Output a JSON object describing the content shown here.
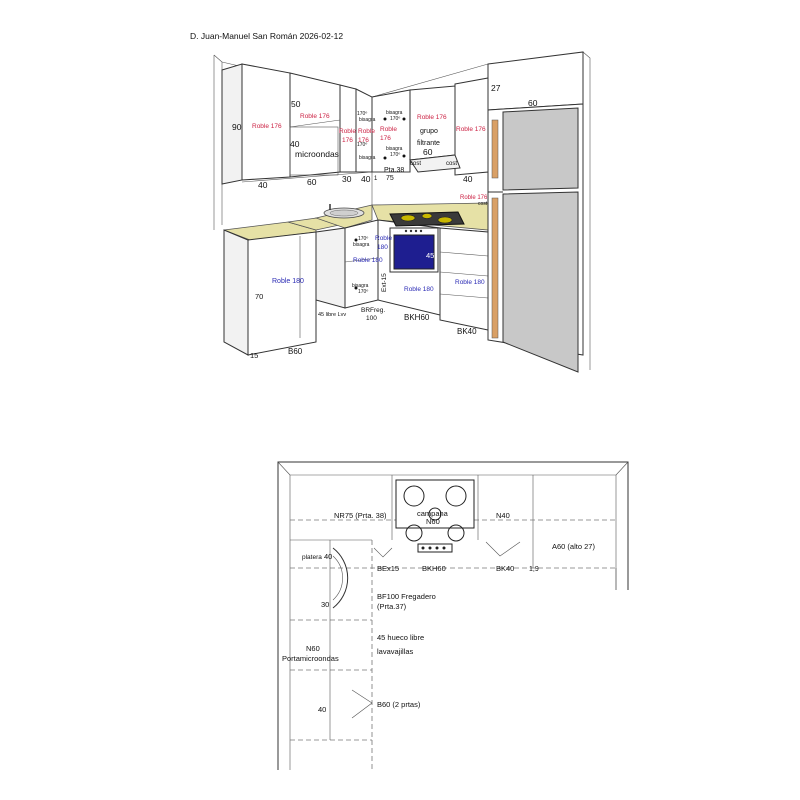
{
  "header": {
    "author_date": "D. Juan-Manuel San Román  2026-02-12"
  },
  "elevation": {
    "dim_90": "90",
    "dim_40_left": "40",
    "dim_60_micro": "60",
    "dim_30": "30",
    "dim_40_mid": "40",
    "dim_1": "1",
    "dim_75": "75",
    "dim_40_right": "40",
    "dim_50": "50",
    "dim_40_micro": "40",
    "dim_60_hood": "60",
    "dim_27": "27",
    "dim_60_fridge": "60",
    "dim_70": "70",
    "dim_15": "15",
    "dim_45_oven": "45",
    "roble176_a": "Roble 176",
    "roble176_b": "Roble 176",
    "roble176_c1": "Roble",
    "roble176_c2": "176",
    "roble176_d1": "Roble",
    "roble176_d2": "176",
    "roble176_e1": "Roble",
    "roble176_e2": "176",
    "roble176_f": "Roble 176",
    "roble176_g": "Roble 176",
    "roble176_h": "Roble 176",
    "microondas": "microondas",
    "hinge_170_a": "170º",
    "bisagra_a": "bisagra",
    "hinge_170_b": "170º",
    "bisagra_b": "bisagra",
    "bisagra_c": "bisagra",
    "hinge_170_c": "170º",
    "bisagra_d": "bisagra",
    "hinge_170_d": "170º",
    "grupo": "grupo",
    "filtrante": "filtrante",
    "cost_a": "cost",
    "cost_b": "cost",
    "cost_c": "cost",
    "pta38": "Pta.38",
    "roble180_a": "Roble 180",
    "roble180_b1": "Roble",
    "roble180_b2": "180",
    "roble180_c": "Roble 180",
    "roble180_d": "Roble 180",
    "roble180_e": "Roble 180",
    "hinge_170_e": "170º",
    "bisagra_e": "bisagra",
    "bisagra_f": "bisagra",
    "hinge_170_f": "170º",
    "ext15": "Ext-15",
    "libre_lvv": "45 libre Lvv",
    "brfreg": "BRFreg.",
    "brfreg_100": "100",
    "bkh60": "BKH60",
    "bk40": "BK40",
    "b60": "B60"
  },
  "plan": {
    "nr75": "NR75 (Prta. 38)",
    "campana": "campana",
    "n60_hood": "N60",
    "n40": "N40",
    "a60": "A60 (alto 27)",
    "platera": "platera",
    "dim_40": "40",
    "dim_30": "30",
    "bex15": "BEx15",
    "bkh60": "BKH60",
    "bk40": "BK40",
    "dim_1_9": "1,9",
    "bf100_1": "BF100 Fregadero",
    "bf100_2": "(Prta.37)",
    "hueco_1": "45 hueco libre",
    "hueco_2": "lavavajillas",
    "n60_micro_1": "N60",
    "n60_micro_2": "Portamicroondas",
    "dim_40_b": "40",
    "b60": "B60 (2 prtas)"
  }
}
